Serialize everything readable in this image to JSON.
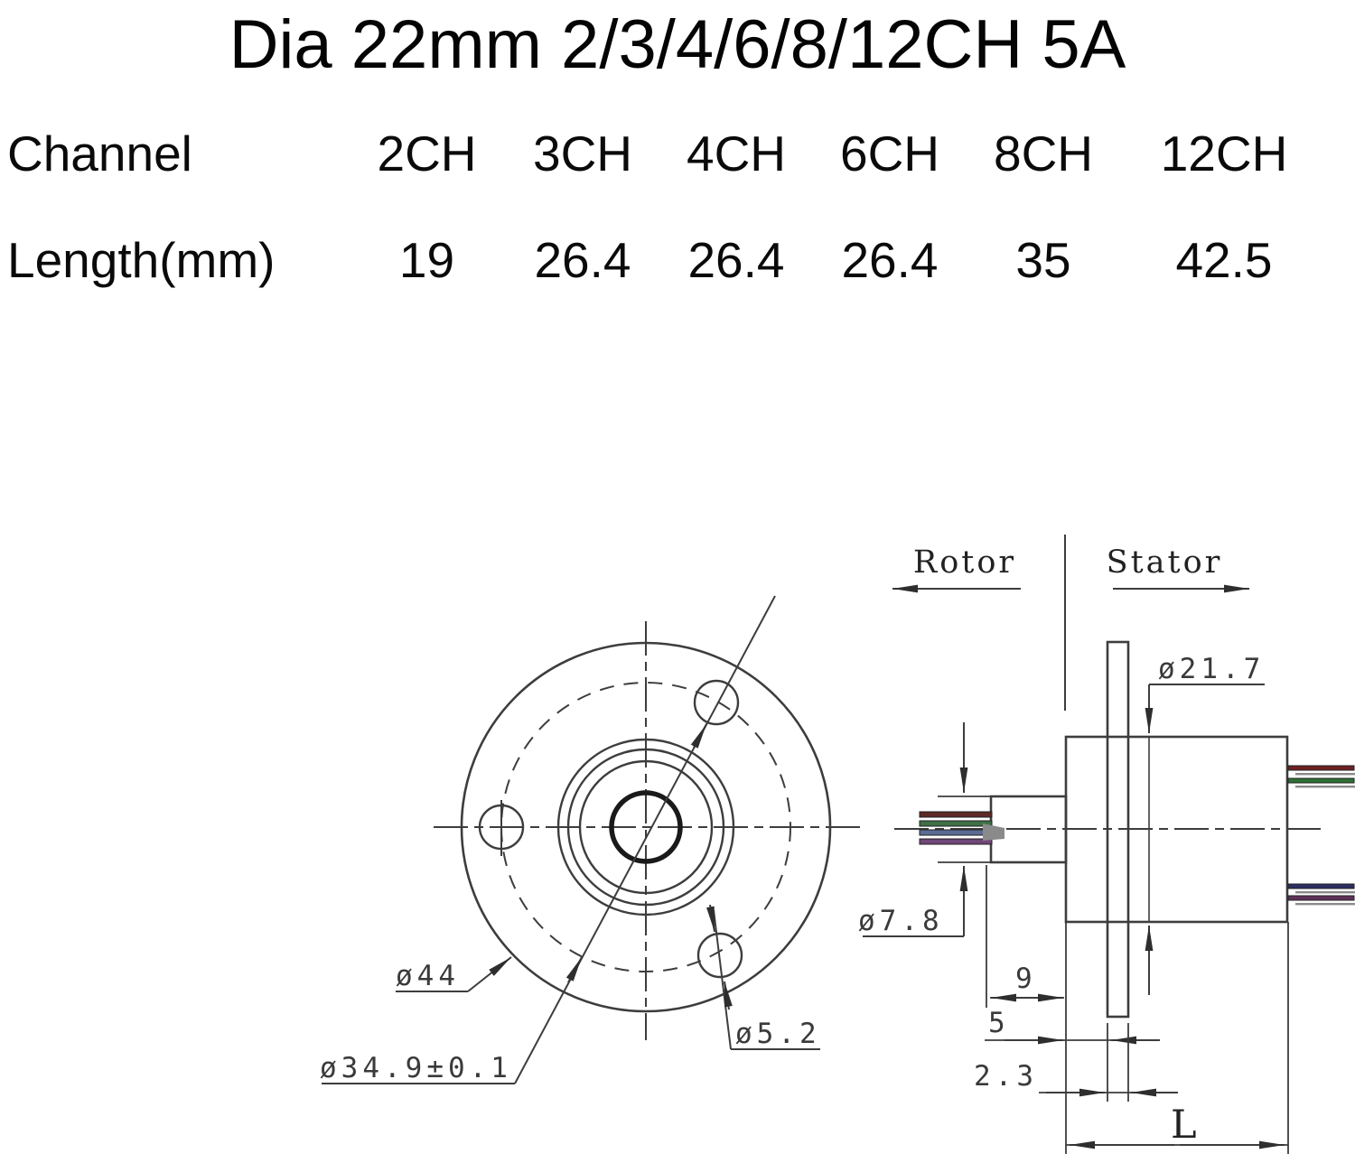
{
  "title": "Dia 22mm 2/3/4/6/8/12CH 5A",
  "spec_table": {
    "rows": [
      {
        "label": "Channel",
        "values": [
          "2CH",
          "3CH",
          "4CH",
          "6CH",
          "8CH",
          "12CH"
        ]
      },
      {
        "label": "Length(mm)",
        "values": [
          "19",
          "26.4",
          "26.4",
          "26.4",
          "35",
          "42.5"
        ]
      }
    ]
  },
  "drawing": {
    "side_view": {
      "rotor_label": "Rotor",
      "stator_label": "Stator",
      "dims": {
        "stator_body_dia": "ø21.7",
        "rotor_shaft_dia": "ø7.8",
        "shaft_protrusion": "9",
        "flange_offset": "5",
        "flange_thickness": "2.3",
        "total_length": "L"
      },
      "wire_colors_left": [
        "#5e2a24",
        "#3f7046",
        "#5a6c94",
        "#6f4677"
      ],
      "wire_colors_right_top": [
        "#6e2020",
        "#2e7034"
      ],
      "wire_colors_right_bottom": [
        "#2b2d62",
        "#5e3158"
      ],
      "wire_shadow_color": "#8a8a8a"
    },
    "front_view": {
      "dims": {
        "flange_dia": "ø44",
        "bolt_circle_dia": "ø34.9±0.1",
        "mounting_hole_dia": "ø5.2"
      }
    },
    "line_color": "#3d3d3d"
  }
}
